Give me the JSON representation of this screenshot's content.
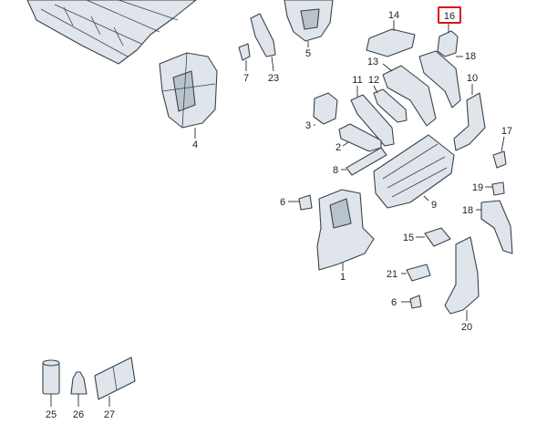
{
  "labels": {
    "p1": "1",
    "p2": "2",
    "p3": "3",
    "p4": "4",
    "p5": "5",
    "p6a": "6",
    "p6b": "6",
    "p7": "7",
    "p8": "8",
    "p9": "9",
    "p10": "10",
    "p11": "11",
    "p12": "12",
    "p13": "13",
    "p14": "14",
    "p15": "15",
    "p16": "16",
    "p17": "17",
    "p18a": "18",
    "p18b": "18",
    "p19": "19",
    "p20": "20",
    "p21": "21",
    "p23": "23",
    "p25": "25",
    "p26": "26",
    "p27": "27"
  },
  "highlight": {
    "label": "16",
    "color": "#e0101a"
  }
}
